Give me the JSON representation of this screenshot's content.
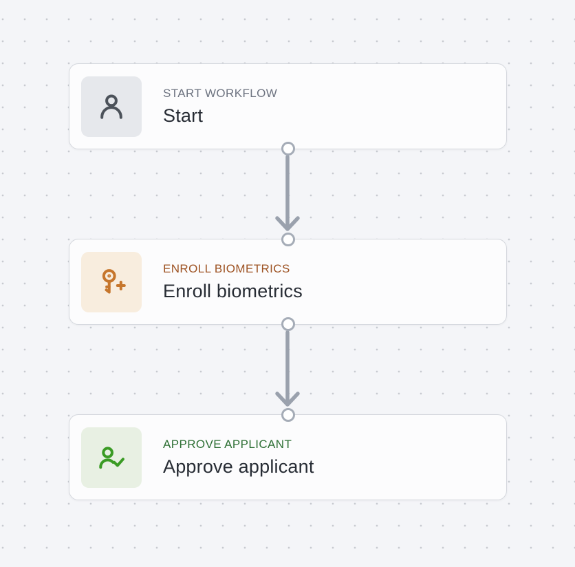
{
  "canvas": {
    "background_color": "#f4f5f8",
    "dot_color": "#c7cad0",
    "connector_color": "#9aa1ad",
    "port_border_color": "#a5acb7"
  },
  "workflow": {
    "nodes": [
      {
        "label": "START WORKFLOW",
        "title": "Start",
        "icon": "user-icon",
        "label_color": "#6d7380",
        "icon_bg": "#e6e8ec",
        "icon_color": "#4c525a"
      },
      {
        "label": "ENROLL BIOMETRICS",
        "title": "Enroll biometrics",
        "icon": "key-plus-icon",
        "label_color": "#9d5222",
        "icon_bg": "#f8edde",
        "icon_color": "#c6762c"
      },
      {
        "label": "APPROVE APPLICANT",
        "title": "Approve applicant",
        "icon": "user-check-icon",
        "label_color": "#2d6f34",
        "icon_bg": "#e8f0e3",
        "icon_color": "#3a9b24"
      }
    ]
  }
}
